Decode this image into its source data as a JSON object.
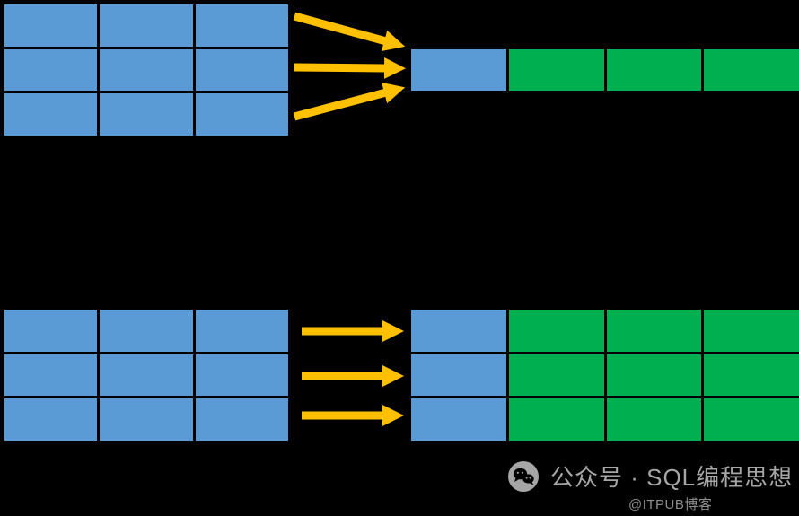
{
  "colors": {
    "background": "#000000",
    "blue": "#5B9BD5",
    "green": "#00B050",
    "arrow": "#FFC000",
    "watermark": "#A6A6A6",
    "credit": "#8F8F8F"
  },
  "top": {
    "source_grid": {
      "rows": 3,
      "cols": 3,
      "fill": "blue"
    },
    "result_grid": {
      "rows": 1,
      "cols": 4,
      "row_pattern": [
        "blue",
        "green",
        "green",
        "green"
      ]
    },
    "arrow_count": 3
  },
  "bottom": {
    "source_grid": {
      "rows": 3,
      "cols": 3,
      "fill": "blue"
    },
    "result_grid": {
      "rows": 3,
      "cols": 4,
      "row_pattern": [
        "blue",
        "green",
        "green",
        "green"
      ]
    },
    "arrow_count": 3
  },
  "watermark": {
    "label": "公众号 · SQL编程思想",
    "credit": "@ITPUB博客"
  }
}
